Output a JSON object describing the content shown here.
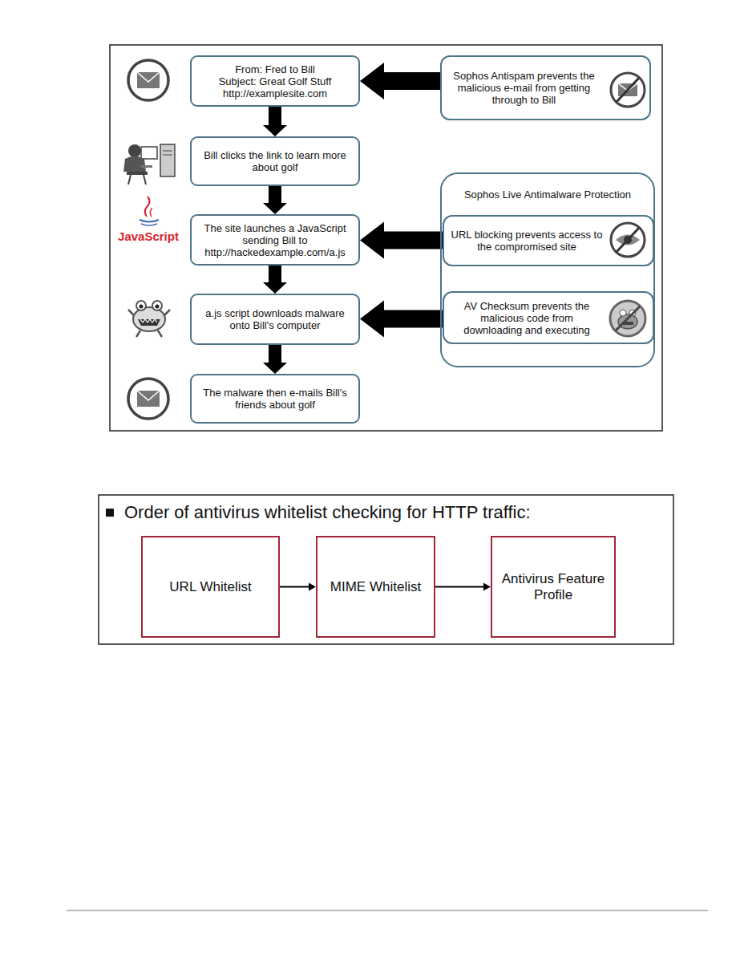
{
  "diagram": {
    "title": "Order of antivirus whitelist checking for HTTP traffic:",
    "nodes": [
      {
        "text": [
          "From: Fred to Bill",
          "Subject: Great Golf Stuff",
          "http://examplesite.com"
        ]
      },
      {
        "text": [
          "Bill clicks the link to learn more about golf"
        ]
      },
      {
        "text": [
          "The site launches a JavaScript sending Bill to http://hackedexample.com/a.js"
        ]
      },
      {
        "text": [
          "a.js script downloads malware onto Bill's computer"
        ]
      },
      {
        "text": [
          "The malware then e-mails Bill's friends about golf"
        ]
      },
      {
        "text": [
          "Sophos Antispam prevents the malicious e-mail from getting through to Bill"
        ]
      },
      {
        "text": [
          "Sophos Live Antimalware Protection"
        ]
      },
      {
        "text": [
          "URL blocking prevents access to the compromised site"
        ],
        "in": 6
      },
      {
        "text": [
          "AV Checksum prevents the malicious code from downloading and executing"
        ],
        "in": 6
      },
      {
        "text": [
          "URL Whitelist"
        ]
      },
      {
        "text": [
          "MIME Whitelist"
        ]
      },
      {
        "text": [
          "Antivirus Feature Profile"
        ]
      }
    ],
    "edges": [
      {
        "from": 0,
        "to": 1,
        "arrow": "to"
      },
      {
        "from": 1,
        "to": 2,
        "arrow": "to"
      },
      {
        "from": 2,
        "to": 3,
        "arrow": "to"
      },
      {
        "from": 3,
        "to": 4,
        "arrow": "to"
      },
      {
        "from": 5,
        "to": 0,
        "arrow": "to"
      },
      {
        "from": 7,
        "to": 2,
        "arrow": "to"
      },
      {
        "from": 8,
        "to": 3,
        "arrow": "to"
      },
      {
        "from": 9,
        "to": 10,
        "arrow": "to"
      },
      {
        "from": 10,
        "to": 11,
        "arrow": "to"
      }
    ],
    "labels": [
      "JavaScript"
    ]
  }
}
